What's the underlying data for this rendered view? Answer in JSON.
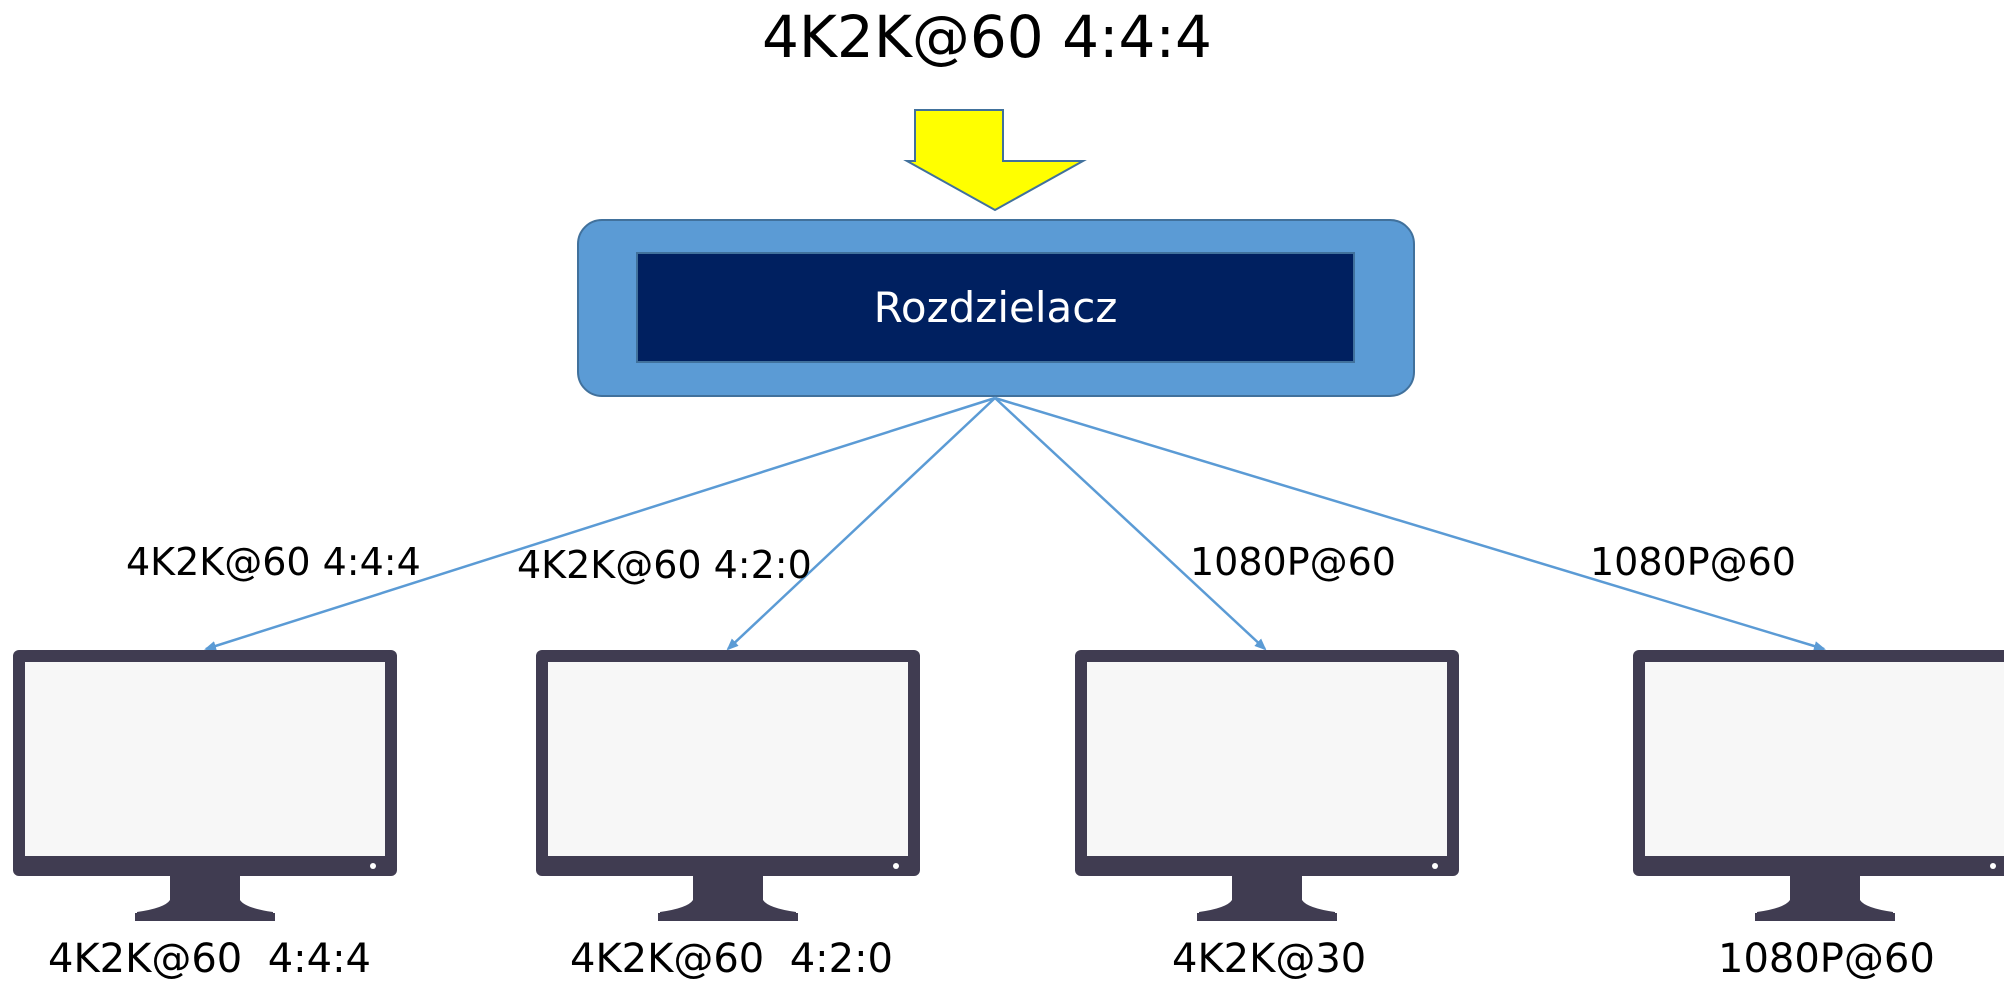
{
  "diagram": {
    "input_label": "4K2K@60 4:4:4",
    "splitter_label": "Rozdzielacz",
    "colors": {
      "arrow_fill": "#FFFF00",
      "arrow_stroke": "#41719C",
      "splitter_outer": "#5B9BD5",
      "splitter_inner": "#002060",
      "link_line": "#5B9BD5",
      "monitor_frame": "#403C51",
      "monitor_screen": "#F7F7F7"
    },
    "outputs": [
      {
        "link_label": "4K2K@60 4:4:4",
        "monitor_label": "4K2K@60  4:4:4"
      },
      {
        "link_label": "4K2K@60 4:2:0",
        "monitor_label": "4K2K@60  4:2:0"
      },
      {
        "link_label": "1080P@60",
        "monitor_label": "4K2K@30"
      },
      {
        "link_label": "1080P@60",
        "monitor_label": "1080P@60"
      }
    ]
  }
}
